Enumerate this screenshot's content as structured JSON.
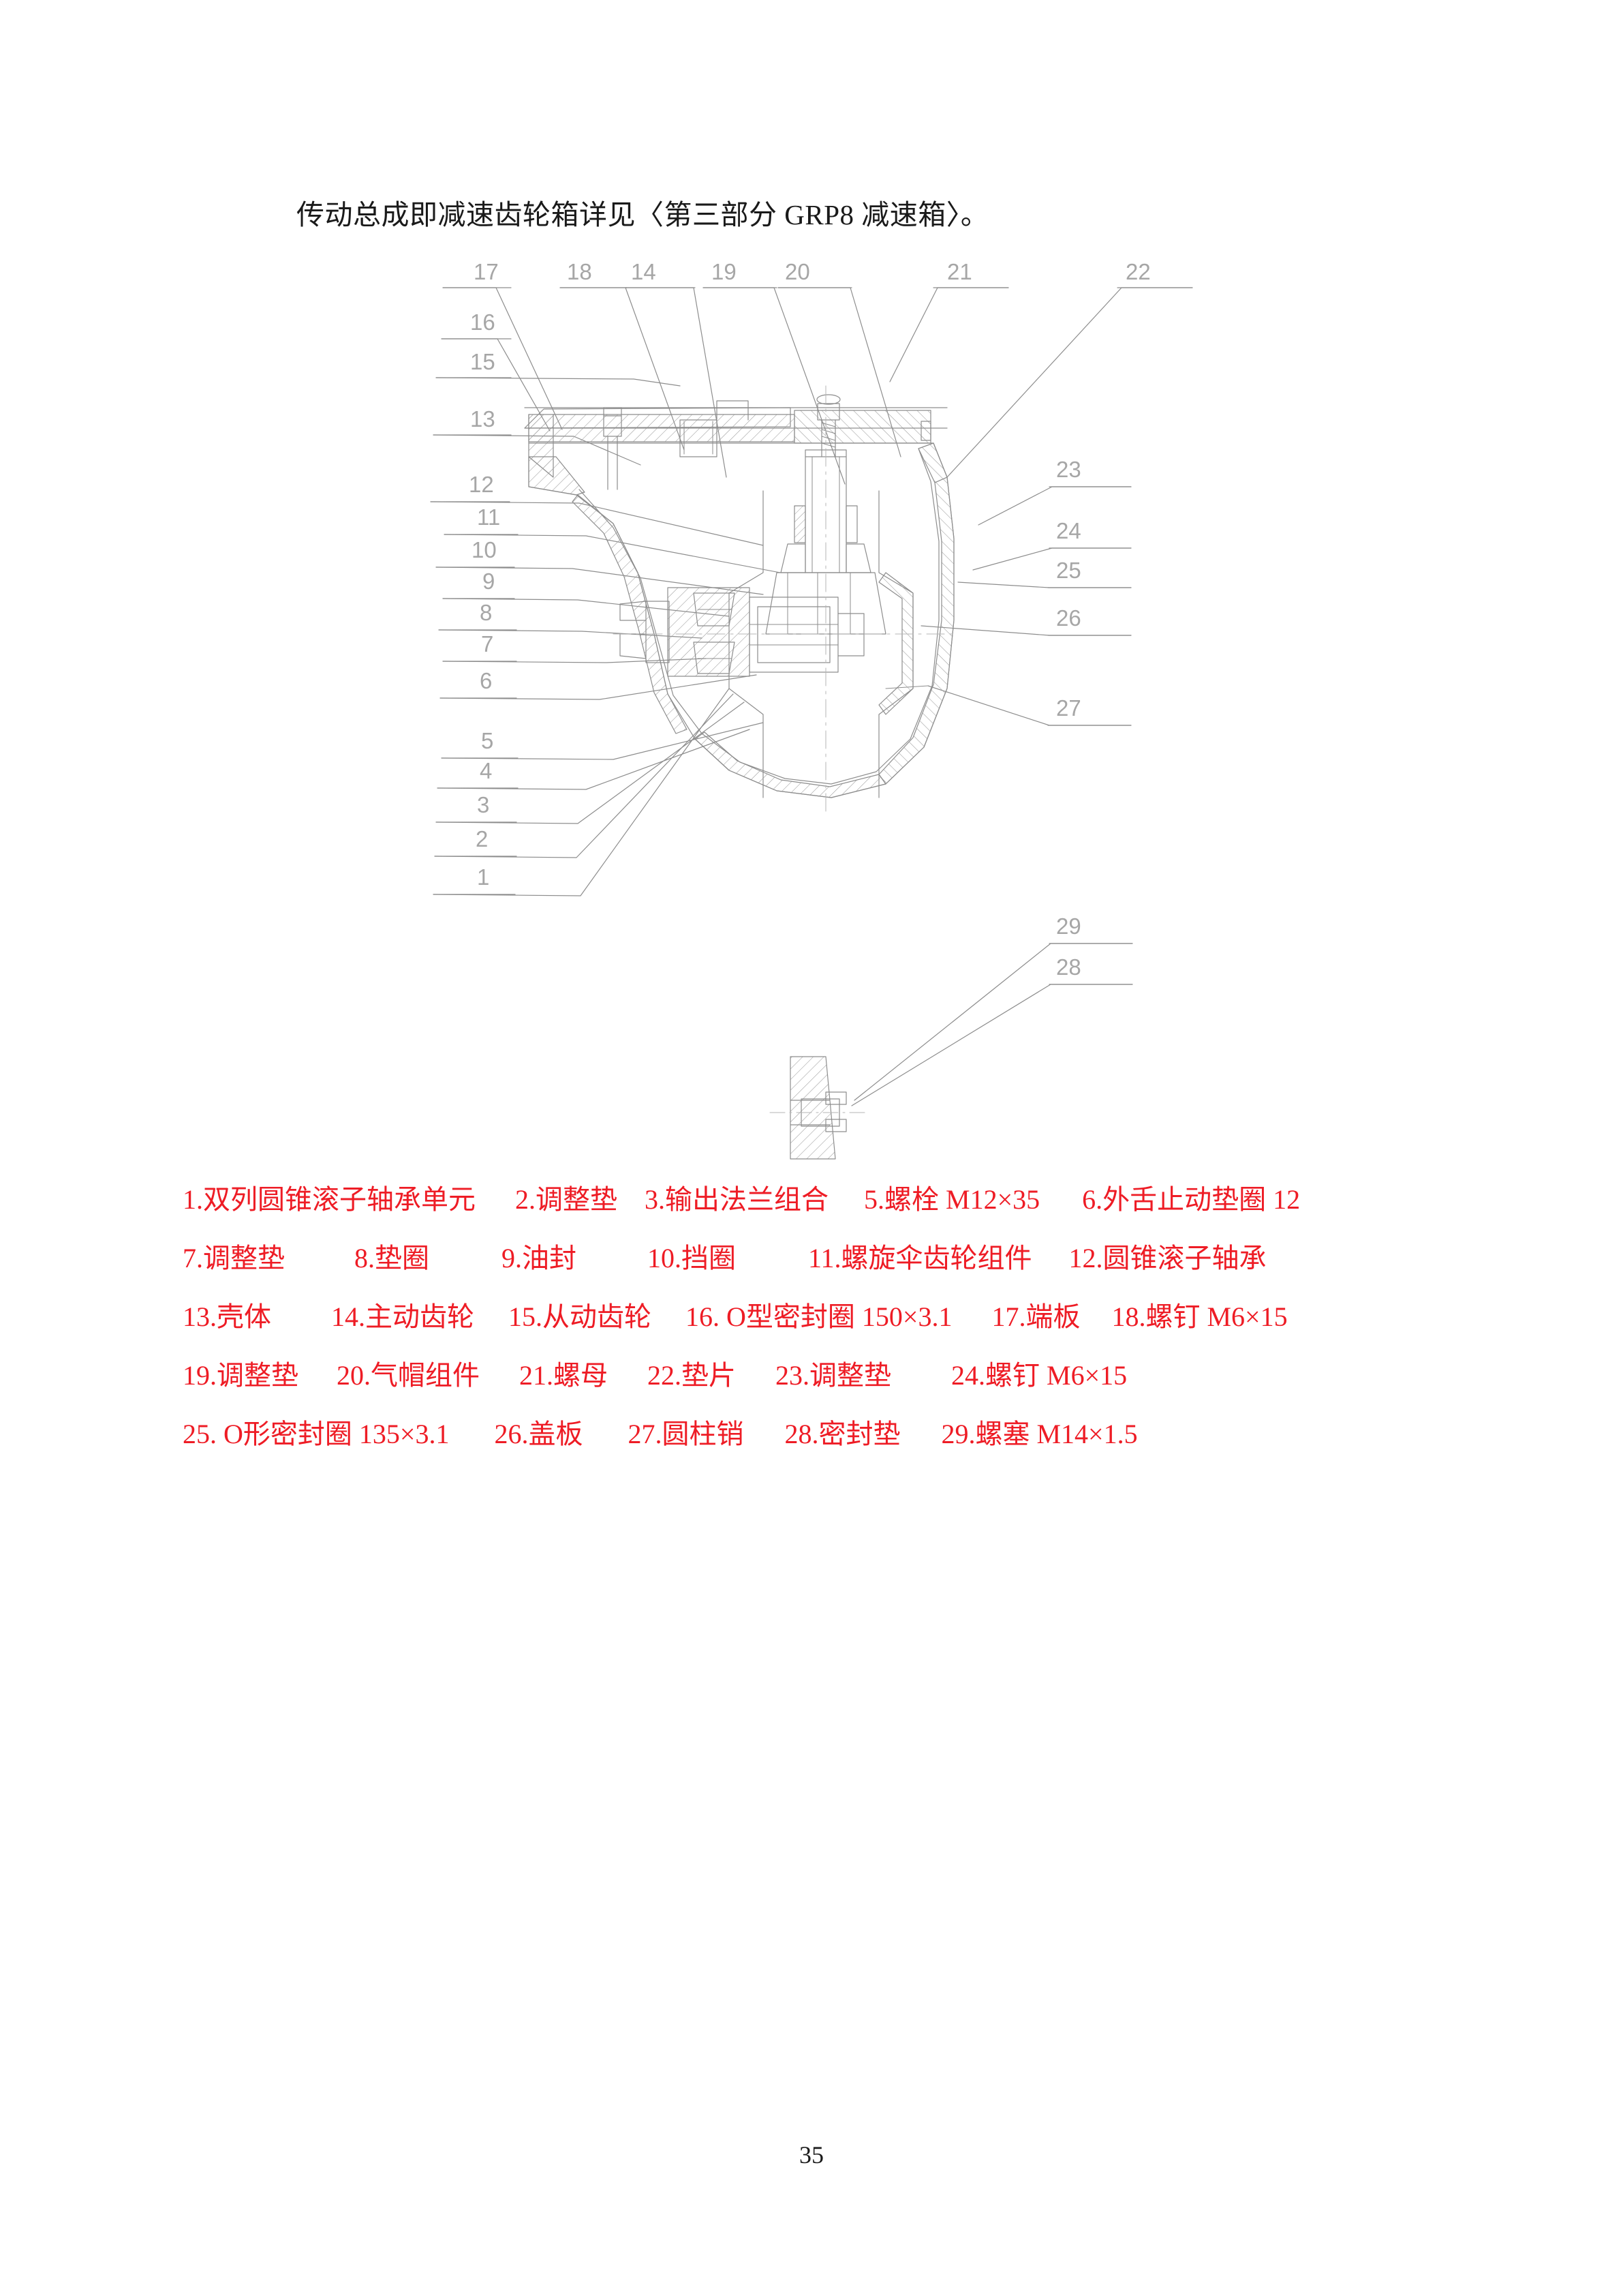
{
  "document": {
    "heading": "传动总成即减速齿轮箱详见〈第三部分 GRP8 减速箱〉。",
    "page_number": "35"
  },
  "figure": {
    "callouts_top": [
      "17",
      "18",
      "14",
      "19",
      "20",
      "21",
      "22"
    ],
    "callouts_left": [
      "16",
      "15",
      "13",
      "12",
      "11",
      "10",
      "9",
      "8",
      "7",
      "6",
      "5",
      "4",
      "3",
      "2",
      "1"
    ],
    "callouts_right": [
      "23",
      "24",
      "25",
      "26",
      "27"
    ],
    "callouts_detail": [
      "29",
      "28"
    ],
    "line_color": "#8c8c8c",
    "label_color": "#a0a0a0"
  },
  "parts_list": {
    "text_color": "#ee1c25",
    "rows": [
      [
        "1.双列圆锥滚子轴承单元",
        "2.调整垫",
        "3.输出法兰组合",
        "5.螺栓 M12×35",
        "6.外舌止动垫圈 12"
      ],
      [
        "7.调整垫",
        "8.垫圈",
        "9.油封",
        "10.挡圈",
        "11.螺旋伞齿轮组件",
        "12.圆锥滚子轴承"
      ],
      [
        "13.壳体",
        "14.主动齿轮",
        "15.从动齿轮",
        "16. O型密封圈 150×3.1",
        "17.端板",
        "18.螺钉 M6×15"
      ],
      [
        "19.调整垫",
        "20.气帽组件",
        "21.螺母",
        "22.垫片",
        "23.调整垫",
        "24.螺钉 M6×15"
      ],
      [
        "25. O形密封圈 135×3.1",
        "26.盖板",
        "27.圆柱销",
        "28.密封垫",
        "29.螺塞 M14×1.5"
      ]
    ],
    "row_gaps": [
      [
        0,
        490,
        760,
        1040,
        1390
      ],
      [
        0,
        265,
        530,
        760,
        1030,
        1450
      ],
      [
        0,
        260,
        540,
        810,
        1290,
        1500
      ],
      [
        0,
        280,
        560,
        760,
        960,
        1230
      ],
      [
        0,
        500,
        720,
        950,
        1195
      ]
    ]
  }
}
